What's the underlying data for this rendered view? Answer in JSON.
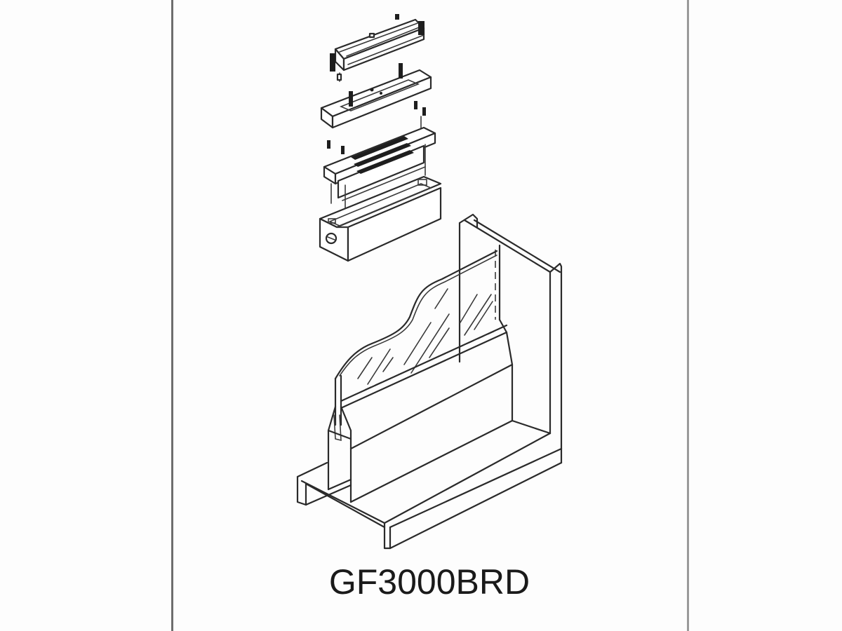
{
  "document": {
    "part_number": "GF3000BRD",
    "figure_description": "Exploded view of electromagnetic lock assembly with mounting bracket above a glass door bottom rail"
  },
  "drawing": {
    "components": [
      {
        "id": "armature-plate",
        "label": "armature plate"
      },
      {
        "id": "armature-spacer",
        "label": "armature spacer plate"
      },
      {
        "id": "magnet-body",
        "label": "electromagnet body"
      },
      {
        "id": "mounting-housing",
        "label": "mounting housing box"
      },
      {
        "id": "glass-door-frame",
        "label": "glass door with bottom rail and frame"
      }
    ],
    "line_color": "#2a2a2a",
    "background_color": "#fdfdfd"
  },
  "page_rules": {
    "left_color": "#6e6e6e",
    "right_color": "#9a9a9a"
  }
}
